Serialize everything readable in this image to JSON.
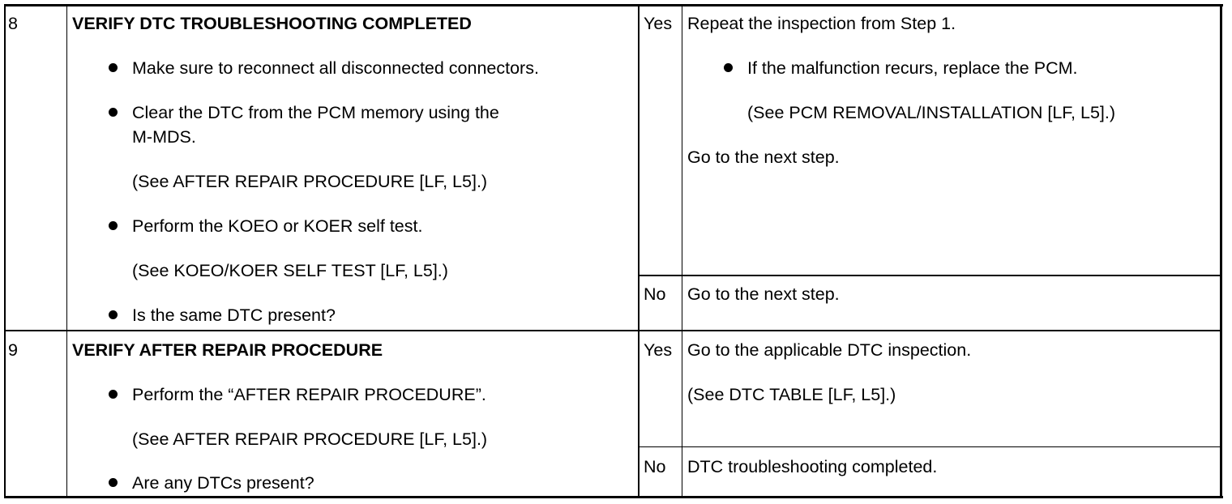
{
  "rows": [
    {
      "step": "8",
      "title": "VERIFY DTC TROUBLESHOOTING COMPLETED",
      "items": [
        "Make sure to reconnect all disconnected connectors.",
        "Clear the DTC from the PCM memory using the",
        "M-MDS.",
        "(See AFTER REPAIR PROCEDURE [LF, L5].)",
        "Perform the KOEO or KOER self test.",
        "(See KOEO/KOER SELF TEST [LF, L5].)",
        "Is the same DTC present?"
      ],
      "yes_label": "Yes",
      "yes_lines": [
        "Repeat the inspection from Step 1.",
        "If the malfunction recurs, replace the PCM.",
        "(See PCM REMOVAL/INSTALLATION [LF, L5].)",
        "Go to the next step."
      ],
      "no_label": "No",
      "no_lines": [
        "Go to the next step."
      ]
    },
    {
      "step": "9",
      "title": "VERIFY AFTER REPAIR PROCEDURE",
      "items": [
        "Perform the “AFTER REPAIR PROCEDURE”.",
        "(See AFTER REPAIR PROCEDURE [LF, L5].)",
        "Are any DTCs present?"
      ],
      "yes_label": "Yes",
      "yes_lines": [
        "Go to the applicable DTC inspection.",
        "(See DTC TABLE [LF, L5].)"
      ],
      "no_label": "No",
      "no_lines": [
        "DTC troubleshooting completed."
      ]
    }
  ]
}
